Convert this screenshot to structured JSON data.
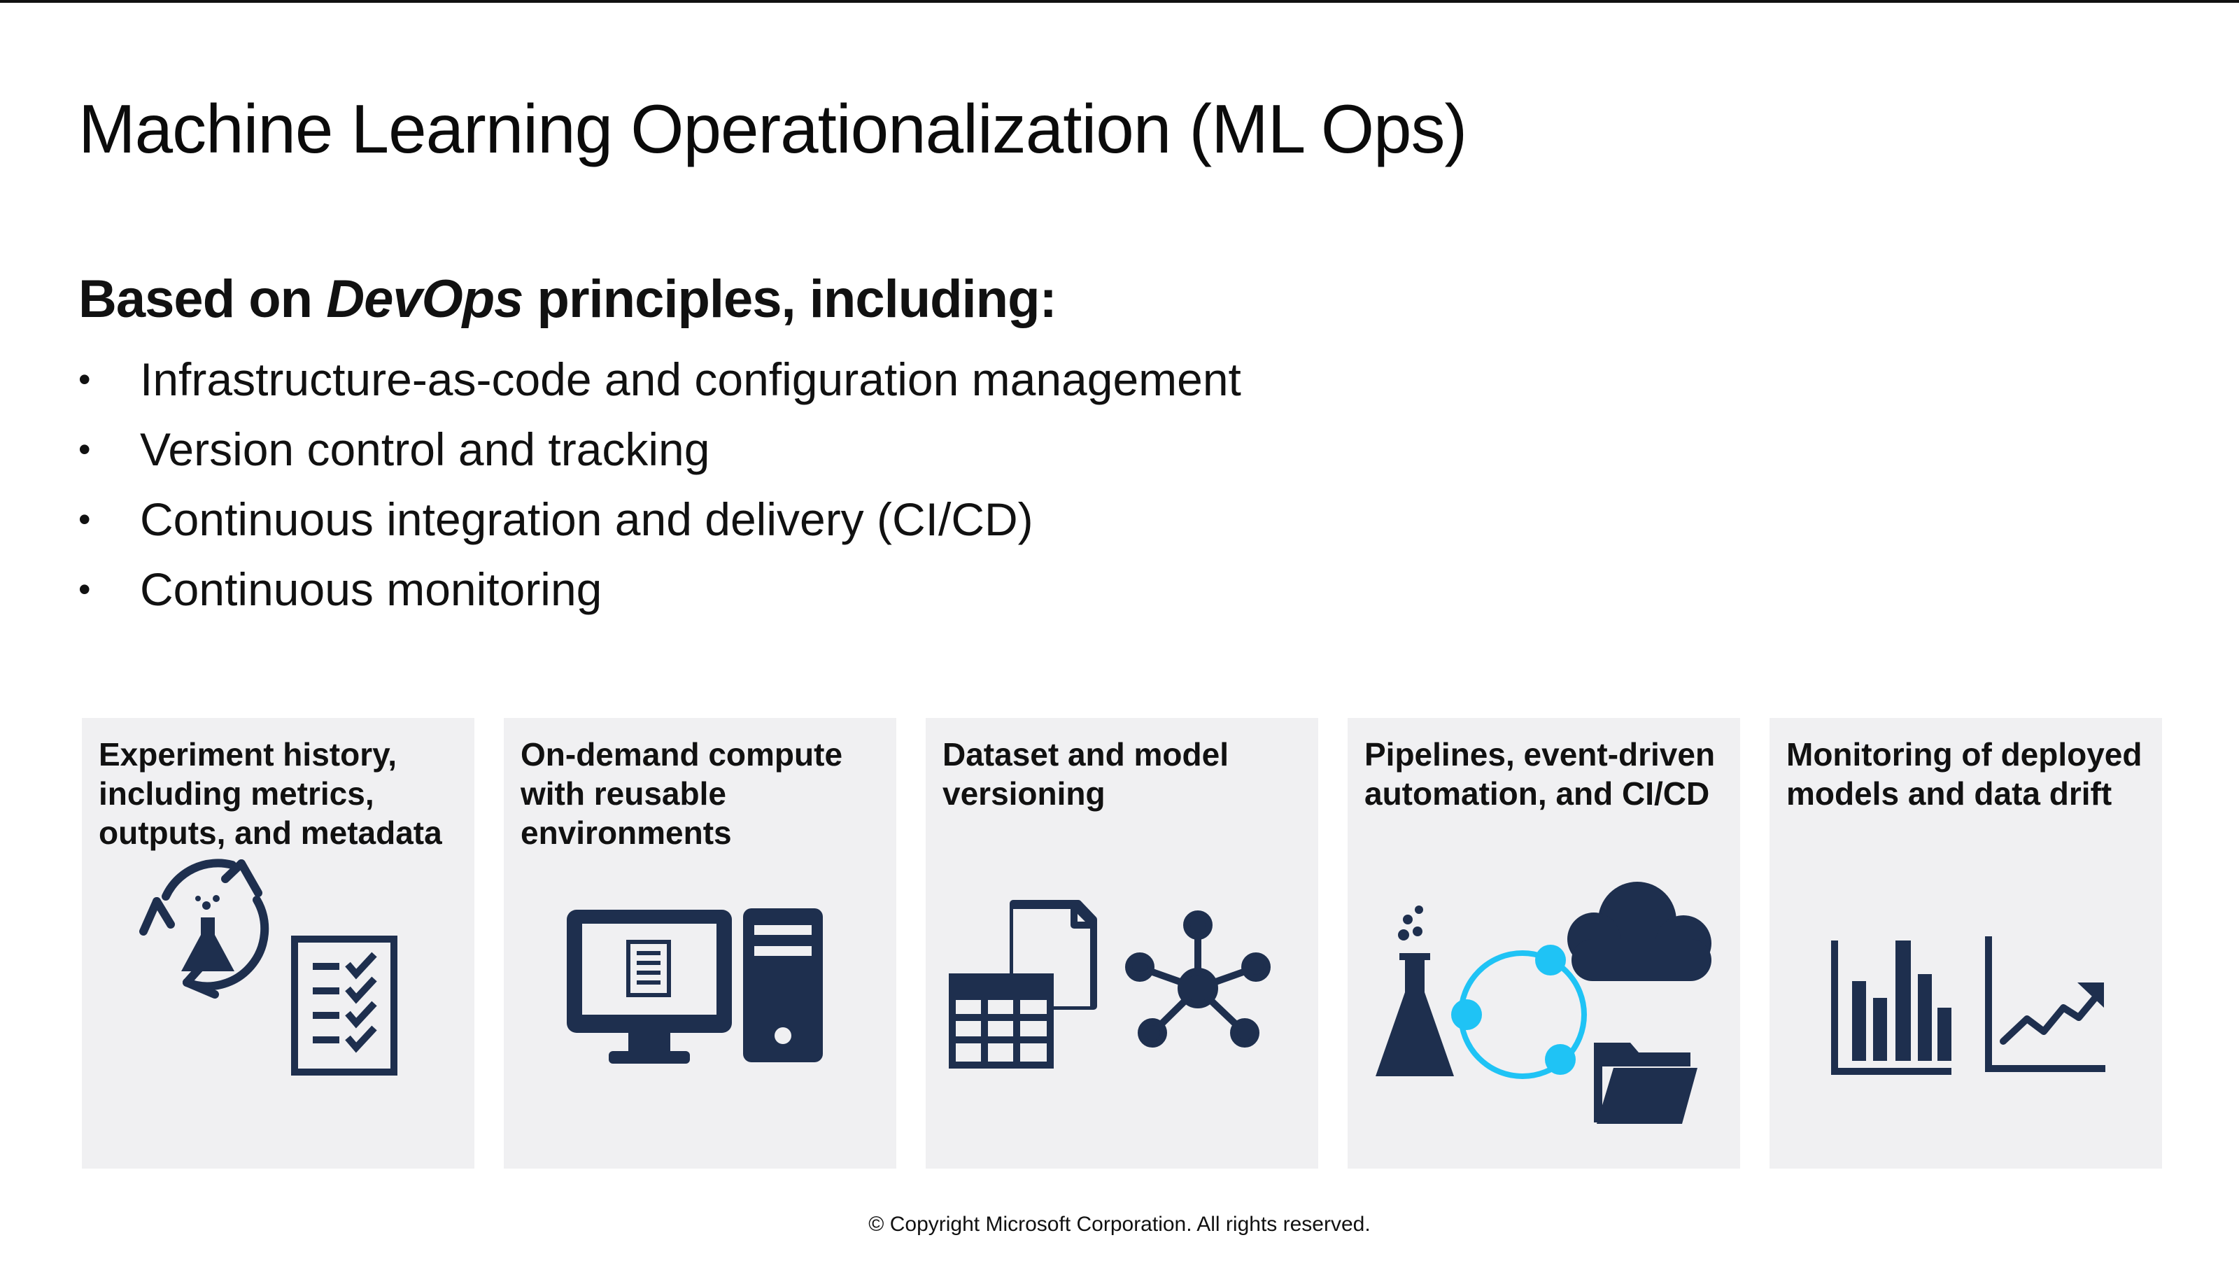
{
  "slide": {
    "title": "Machine Learning Operationalization (ML Ops)",
    "subtitle": {
      "prefix": "Based on ",
      "emphasis": "DevOps",
      "suffix": " principles, including:"
    },
    "bullet_marker": "•",
    "bullets": [
      "Infrastructure-as-code and configuration management",
      "Version control and tracking",
      "Continuous integration and delivery (CI/CD)",
      "Continuous monitoring"
    ],
    "cards": [
      {
        "label": "Experiment history, including metrics, outputs, and metadata",
        "icons": [
          "flask-cycle-icon",
          "checklist-icon"
        ]
      },
      {
        "label": "On-demand compute with reusable environments",
        "icons": [
          "monitor-icon",
          "tower-icon"
        ]
      },
      {
        "label": "Dataset and model versioning",
        "icons": [
          "table-document-icon",
          "network-hub-icon"
        ]
      },
      {
        "label": "Pipelines, event-driven automation, and CI/CD",
        "icons": [
          "flask-icon",
          "cycle-icon",
          "cloud-icon",
          "folder-icon"
        ]
      },
      {
        "label": "Monitoring of deployed models and data drift",
        "icons": [
          "bar-chart-icon",
          "line-chart-icon"
        ]
      }
    ],
    "copyright": "© Copyright Microsoft Corporation. All rights reserved."
  },
  "colors": {
    "icon_navy": "#1e2f4e",
    "accent_cyan": "#1fc3f5",
    "card_bg": "#f0f0f2"
  }
}
